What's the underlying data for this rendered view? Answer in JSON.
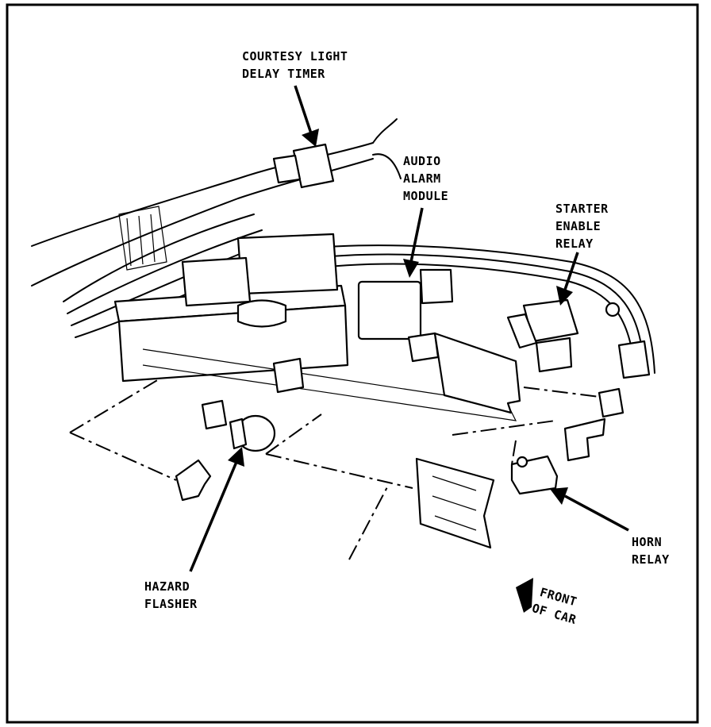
{
  "labels": {
    "courtesy_timer": [
      "COURTESY LIGHT",
      "DELAY TIMER"
    ],
    "audio_alarm": [
      "AUDIO",
      "ALARM",
      "MODULE"
    ],
    "starter_relay": [
      "STARTER",
      "ENABLE",
      "RELAY"
    ],
    "horn_relay": [
      "HORN",
      "RELAY"
    ],
    "hazard_flasher": [
      "HAZARD",
      "FLASHER"
    ],
    "front_of_car": [
      "FRONT",
      "OF CAR"
    ]
  }
}
